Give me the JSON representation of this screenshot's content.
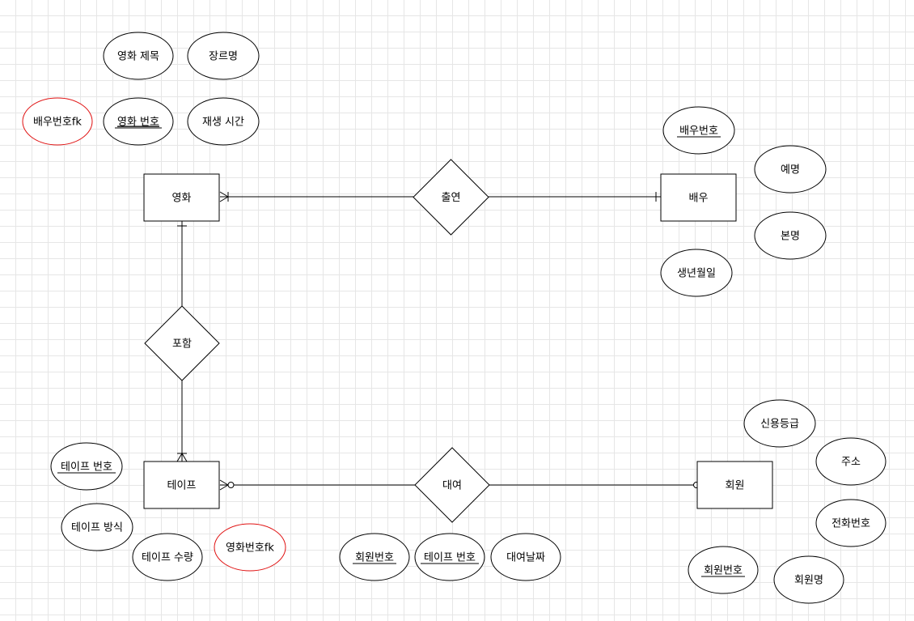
{
  "colors": {
    "stroke": "#000000",
    "fk_stroke": "#e01010",
    "fill": "#ffffff"
  },
  "entities": [
    {
      "id": "movie",
      "label": "영화"
    },
    {
      "id": "actor",
      "label": "배우"
    },
    {
      "id": "tape",
      "label": "테이프"
    },
    {
      "id": "member",
      "label": "회원"
    }
  ],
  "relationships": [
    {
      "id": "appears",
      "label": "출연"
    },
    {
      "id": "contains",
      "label": "포함"
    },
    {
      "id": "rental",
      "label": "대여"
    }
  ],
  "attributes": [
    {
      "id": "movie-title",
      "label": "영화 제목",
      "key": false,
      "fk": false
    },
    {
      "id": "genre",
      "label": "장르명",
      "key": false,
      "fk": false
    },
    {
      "id": "movie-actor-fk",
      "label": "배우번호fk",
      "key": false,
      "fk": true
    },
    {
      "id": "movie-no",
      "label": "영화 번호",
      "key": true,
      "fk": false
    },
    {
      "id": "runtime",
      "label": "재생 시간",
      "key": false,
      "fk": false
    },
    {
      "id": "actor-no",
      "label": "배우번호",
      "key": true,
      "fk": false
    },
    {
      "id": "stage-name",
      "label": "예명",
      "key": false,
      "fk": false
    },
    {
      "id": "real-name",
      "label": "본명",
      "key": false,
      "fk": false
    },
    {
      "id": "birthdate",
      "label": "생년월일",
      "key": false,
      "fk": false
    },
    {
      "id": "tape-no",
      "label": "테이프 번호",
      "key": true,
      "fk": false
    },
    {
      "id": "tape-format",
      "label": "테이프 방식",
      "key": false,
      "fk": false
    },
    {
      "id": "tape-qty",
      "label": "테이프 수량",
      "key": false,
      "fk": false
    },
    {
      "id": "tape-movie-fk",
      "label": "영화번호fk",
      "key": false,
      "fk": true
    },
    {
      "id": "rental-member-no",
      "label": "회원번호",
      "key": true,
      "fk": false
    },
    {
      "id": "rental-tape-no",
      "label": "테이프 번호",
      "key": true,
      "fk": false
    },
    {
      "id": "rental-date",
      "label": "대여날짜",
      "key": false,
      "fk": false
    },
    {
      "id": "credit-grade",
      "label": "신용등급",
      "key": false,
      "fk": false
    },
    {
      "id": "address",
      "label": "주소",
      "key": false,
      "fk": false
    },
    {
      "id": "phone",
      "label": "전화번호",
      "key": false,
      "fk": false
    },
    {
      "id": "member-no",
      "label": "회원번호",
      "key": true,
      "fk": false
    },
    {
      "id": "member-name",
      "label": "회원명",
      "key": false,
      "fk": false
    }
  ],
  "connectors": [
    {
      "id": "movie-appears",
      "from": "movie",
      "to": "appears",
      "from_end": "many",
      "to_end": "none"
    },
    {
      "id": "appears-actor",
      "from": "appears",
      "to": "actor",
      "from_end": "none",
      "to_end": "one"
    },
    {
      "id": "movie-contains",
      "from": "movie",
      "to": "contains",
      "from_end": "one",
      "to_end": "none"
    },
    {
      "id": "contains-tape",
      "from": "contains",
      "to": "tape",
      "from_end": "none",
      "to_end": "many"
    },
    {
      "id": "tape-rental",
      "from": "tape",
      "to": "rental",
      "from_end": "zero-many",
      "to_end": "none"
    },
    {
      "id": "rental-member",
      "from": "rental",
      "to": "member",
      "from_end": "none",
      "to_end": "zero-one"
    }
  ]
}
